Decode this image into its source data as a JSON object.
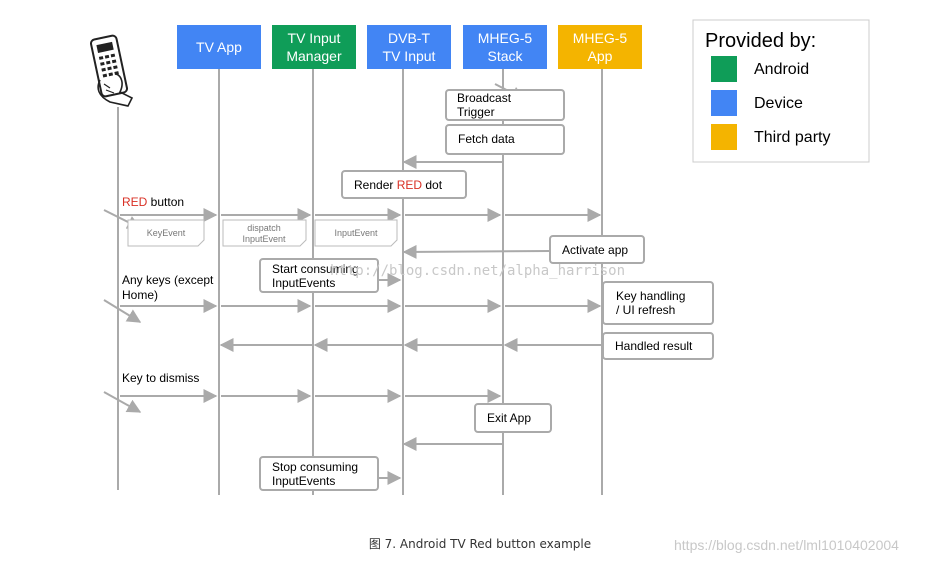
{
  "lanes": [
    {
      "id": "tvapp",
      "line1": "TV App",
      "line2": "",
      "color": "#4285f4"
    },
    {
      "id": "tim",
      "line1": "TV Input",
      "line2": "Manager",
      "color": "#0f9d58"
    },
    {
      "id": "dvbt",
      "line1": "DVB-T",
      "line2": "TV Input",
      "color": "#4285f4"
    },
    {
      "id": "stack",
      "line1": "MHEG-5",
      "line2": "Stack",
      "color": "#4285f4"
    },
    {
      "id": "mapp",
      "line1": "MHEG-5",
      "line2": "App",
      "color": "#f4b400"
    }
  ],
  "legend": {
    "title": "Provided by:",
    "items": [
      {
        "label": "Android",
        "color": "#0f9d58"
      },
      {
        "label": "Device",
        "color": "#4285f4"
      },
      {
        "label": "Third party",
        "color": "#f4b400"
      }
    ]
  },
  "steps": {
    "broadcast_1": "Broadcast",
    "broadcast_2": "Trigger",
    "fetch": "Fetch data",
    "render_pre": "Render ",
    "render_red": "RED",
    "render_post": " dot",
    "red_button_red": "RED",
    "red_button_rest": " button",
    "keyevent": "KeyEvent",
    "dispatch_1": "dispatch",
    "dispatch_2": "InputEvent",
    "inputevent": "InputEvent",
    "activate": "Activate app",
    "anykeys_1": "Any keys (except",
    "anykeys_2": "Home)",
    "start_1": "Start consuming",
    "start_2": "InputEvents",
    "keyhandling_1": "Key handling",
    "keyhandling_2": "/ UI refresh",
    "handled": "Handled result",
    "dismiss": "Key to dismiss",
    "exit": "Exit App",
    "stop_1": "Stop consuming",
    "stop_2": "InputEvents"
  },
  "caption": "图 7. Android TV Red button example",
  "watermarks": {
    "center": "http://blog.csdn.net/alpha_harrison",
    "corner": "https://blog.csdn.net/lml1010402004"
  },
  "colors": {
    "line": "#aaaaaa",
    "red": "#d93025"
  }
}
